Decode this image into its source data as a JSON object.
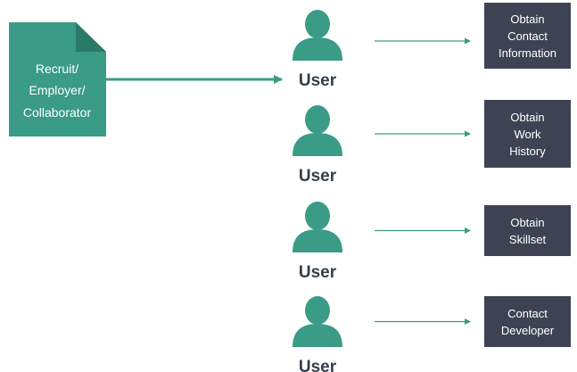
{
  "source": {
    "label_lines": [
      "Recruit/",
      "Employer/",
      "Collaborator"
    ],
    "color": "#3a9b87"
  },
  "user_color": "#3a9b87",
  "arrow_color": "#3a9b87",
  "box_color": "#3e4354",
  "rows": [
    {
      "user_label": "User",
      "action_lines": [
        "Obtain",
        "Contact",
        "Information"
      ]
    },
    {
      "user_label": "User",
      "action_lines": [
        "Obtain",
        "Work",
        "History"
      ]
    },
    {
      "user_label": "User",
      "action_lines": [
        "Obtain",
        "Skillset"
      ]
    },
    {
      "user_label": "User",
      "action_lines": [
        "Contact",
        "Developer"
      ]
    }
  ]
}
